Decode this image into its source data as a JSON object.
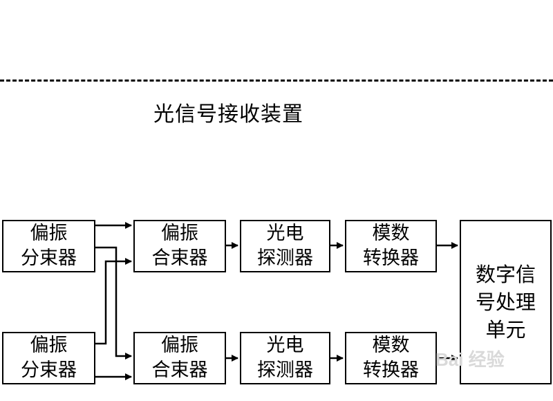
{
  "title": "光信号接收装置",
  "blocks": {
    "pbs_top": [
      "偏振",
      "分束器"
    ],
    "pbc_top": [
      "偏振",
      "合束器"
    ],
    "pd_top": [
      "光电",
      "探测器"
    ],
    "adc_top": [
      "模数",
      "转换器"
    ],
    "pbs_bottom": [
      "偏振",
      "分束器"
    ],
    "pbc_bottom": [
      "偏振",
      "合束器"
    ],
    "pd_bottom": [
      "光电",
      "探测器"
    ],
    "adc_bottom": [
      "模数",
      "转换器"
    ],
    "dsp": [
      "数字信",
      "号处理",
      "单元"
    ]
  },
  "watermark": "Bai 经验"
}
